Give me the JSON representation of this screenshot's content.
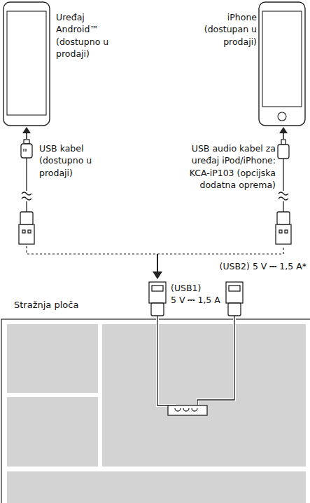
{
  "diagram": {
    "nodes": [
      {
        "text": [
          "Uređaj Android™ (dostupno u prodaji)"
        ]
      },
      {
        "text": [
          "iPhone (dostupan u prodaji)"
        ]
      },
      {
        "text": [
          "Stražnja ploča"
        ]
      }
    ],
    "labels": [
      "USB kabel (dostupno u prodaji)",
      "USB audio kabel za uređaj iPod/iPhone: KCA-iP103 (opcijska dodatna oprema)",
      "(USB2) 5 V ⎓ 1,5 A*",
      "(USB1)",
      "5 V ⎓ 1,5 A"
    ]
  }
}
